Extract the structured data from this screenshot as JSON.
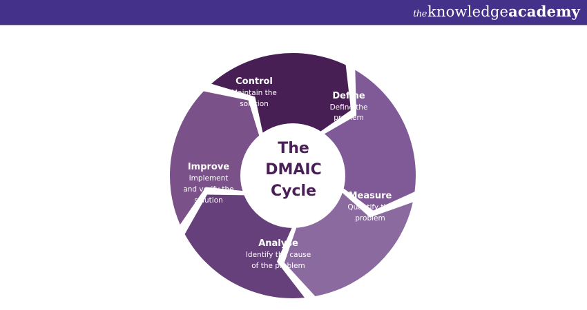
{
  "header": {
    "brand": {
      "the": "the",
      "knowledge": "knowledge",
      "academy": "academy"
    },
    "color": "#43318a"
  },
  "diagram": {
    "center": {
      "lines": [
        "The",
        "DMAIC",
        "Cycle"
      ],
      "color": "#4a1f57"
    },
    "segments": [
      {
        "id": "control",
        "title": "Control",
        "desc_lines": [
          "Maintain the",
          "solution"
        ],
        "color": "#481f55"
      },
      {
        "id": "define",
        "title": "Define",
        "desc_lines": [
          "Define the",
          "problem"
        ],
        "color": "#805a97"
      },
      {
        "id": "measure",
        "title": "Measure",
        "desc_lines": [
          "Quantify the",
          "problem"
        ],
        "color": "#8b6a9f"
      },
      {
        "id": "analyse",
        "title": "Analyse",
        "desc_lines": [
          "Identify the cause",
          "of the problem"
        ],
        "color": "#66407a"
      },
      {
        "id": "improve",
        "title": "Improve",
        "desc_lines": [
          "Implement",
          "and verify the",
          "solution"
        ],
        "color": "#7a5289"
      }
    ]
  }
}
